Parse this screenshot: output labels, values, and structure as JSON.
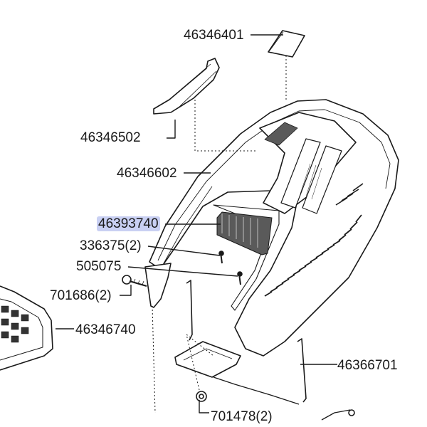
{
  "labels": {
    "p46346401": "46346401",
    "p46346502": "46346502",
    "p46346602": "46346602",
    "p46393740": "46393740",
    "p336375": "336375(2)",
    "p505075": "505075",
    "p701686": "701686(2)",
    "p46346740": "46346740",
    "p46366701": "46366701",
    "p701478": "701478(2)"
  },
  "colors": {
    "line": "#1a1a1a",
    "highlight": "#c9d0f3",
    "shade": "#5a5a5a"
  }
}
